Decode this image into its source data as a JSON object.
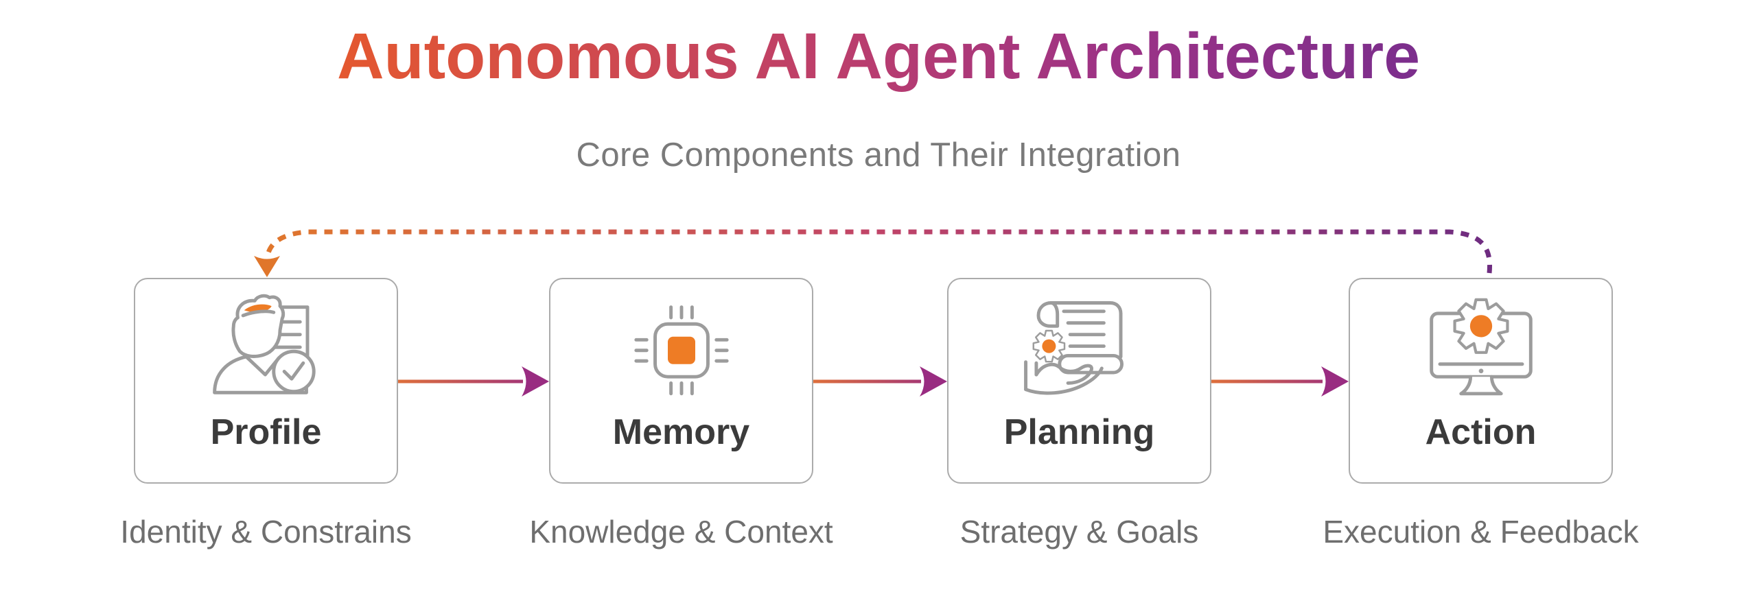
{
  "header": {
    "title": "Autonomous AI Agent Architecture",
    "subtitle": "Core Components and Their Integration"
  },
  "components": [
    {
      "label": "Profile",
      "sublabel": "Identity & Constrains",
      "icon": "user-profile-check-icon"
    },
    {
      "label": "Memory",
      "sublabel": "Knowledge & Context",
      "icon": "memory-chip-icon"
    },
    {
      "label": "Planning",
      "sublabel": "Strategy & Goals",
      "icon": "plan-scroll-gear-hand-icon"
    },
    {
      "label": "Action",
      "sublabel": "Execution & Feedback",
      "icon": "monitor-gear-icon"
    }
  ],
  "connections": {
    "forward_flow": [
      "Profile to Memory",
      "Memory to Planning",
      "Planning to Action"
    ],
    "feedback_loop": "Action back to Profile (dashed arc)"
  },
  "colors": {
    "accent_orange": "#EE7C25",
    "accent_purple": "#7B2E8C",
    "title_gradient_start": "#E4582F",
    "title_gradient_end": "#7B2E8C",
    "arrow_gradient_start": "#DE6F3B",
    "arrow_gradient_end": "#992C81",
    "icon_stroke": "#9C9C9C",
    "box_border": "#ABABAB",
    "label_text": "#3B3B3B",
    "sublabel_text": "#6E6E6E",
    "subtitle_text": "#7A7A7A"
  }
}
